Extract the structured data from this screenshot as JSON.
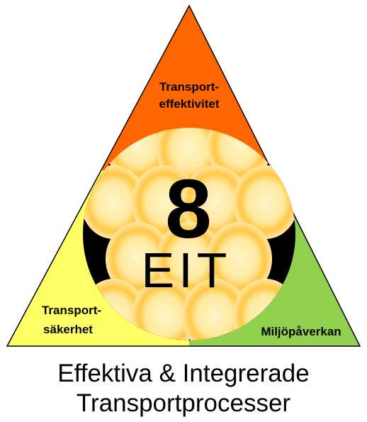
{
  "diagram": {
    "labels": {
      "top_line1": "Transport-",
      "top_line2": "effektivitet",
      "left_line1": "Transport-",
      "left_line2": "säkerhet",
      "right": "Miljöpåverkan"
    },
    "center": {
      "digit": "8",
      "abbreviation": "EIT"
    },
    "colors": {
      "top": "#ff6600",
      "left": "#ffff66",
      "right": "#92d050",
      "circle_background": "#000000",
      "disc_outer": "#ffcc33",
      "disc_inner": "#ffffe0"
    }
  },
  "caption": {
    "line1": "Effektiva & Integrerade",
    "line2": "Transportprocesser"
  }
}
